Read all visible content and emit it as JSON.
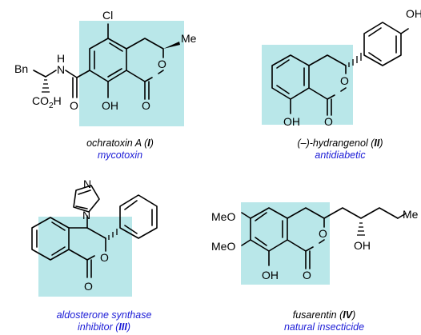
{
  "colors": {
    "highlight": "#b9e7e9",
    "activity_text": "#1a1ad6",
    "bond": "#000000"
  },
  "compounds": [
    {
      "name_prefix": "ochratoxin A (",
      "numeral": "I",
      "name_suffix": ")",
      "activity": "mycotoxin",
      "labels": {
        "cl": "Cl",
        "me": "Me",
        "bn": "Bn",
        "nh": "H",
        "n": "N",
        "co2h": "CO",
        "co2h_sub": "2",
        "co2h_h": "H",
        "amide_o": "O",
        "oh": "OH",
        "ring_o": "O",
        "carbonyl_o": "O"
      }
    },
    {
      "name_prefix": "(–)-hydrangenol (",
      "numeral": "II",
      "name_suffix": ")",
      "activity": "antidiabetic",
      "labels": {
        "oh_top": "OH",
        "oh": "OH",
        "ring_o": "O",
        "carbonyl_o": "O"
      }
    },
    {
      "name_prefix": "",
      "numeral": "III",
      "name_suffix": "",
      "activity": "aldosterone synthase",
      "activity_line2_prefix": "inhibitor (",
      "activity_line2_suffix": ")",
      "labels": {
        "n_top": "N",
        "n_link": "N",
        "ring_o": "O",
        "carbonyl_o": "O"
      }
    },
    {
      "name_prefix": "fusarentin (",
      "numeral": "IV",
      "name_suffix": ")",
      "activity": "natural insecticide",
      "labels": {
        "meo1": "MeO",
        "meo2": "MeO",
        "oh": "OH",
        "ring_o": "O",
        "carbonyl_o": "O",
        "oh_chain": "OH",
        "me": "Me"
      }
    }
  ]
}
